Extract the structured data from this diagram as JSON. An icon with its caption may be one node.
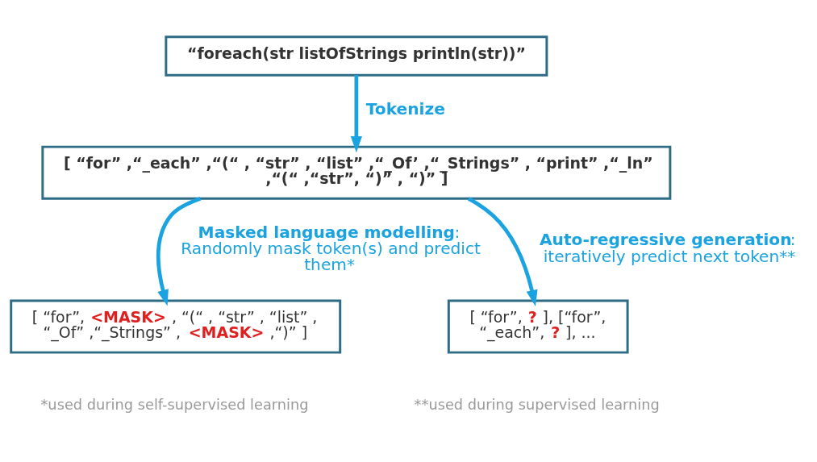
{
  "diagram": {
    "nodes": [
      {
        "text": [
          "“foreach(str listOfStrings println(str))”"
        ]
      },
      {
        "text": [
          "[ “for” ,“_each” ,“(“ , “str” , “list” ,“_Of’ ,“_Strings” , “print” ,“_ln” ,“(“ ,“str”, “)” , “)” ]"
        ]
      },
      {
        "text": [
          "[ “for”, **<MASK>** , “(“ , “str” , “list” , “_Of” ,“_Strings” , **<MASK>** ,“)” ]"
        ],
        "beside": [
          "*used during self-supervised learning"
        ]
      },
      {
        "text": [
          "[ “for”, **?** ], [“for”, “_each”, **?** ], ..."
        ],
        "beside": [
          "**used during supervised learning"
        ]
      }
    ],
    "edges": [
      {
        "from": 0,
        "to": 1,
        "arrow": "to",
        "label": "**Tokenize**"
      },
      {
        "from": 1,
        "to": 2,
        "arrow": "to",
        "label": "**Masked language modelling**: Randomly mask token(s) and predict them*"
      },
      {
        "from": 1,
        "to": 3,
        "arrow": "to",
        "label": "**Auto-regressive generation**: iteratively predict next token**"
      }
    ]
  }
}
